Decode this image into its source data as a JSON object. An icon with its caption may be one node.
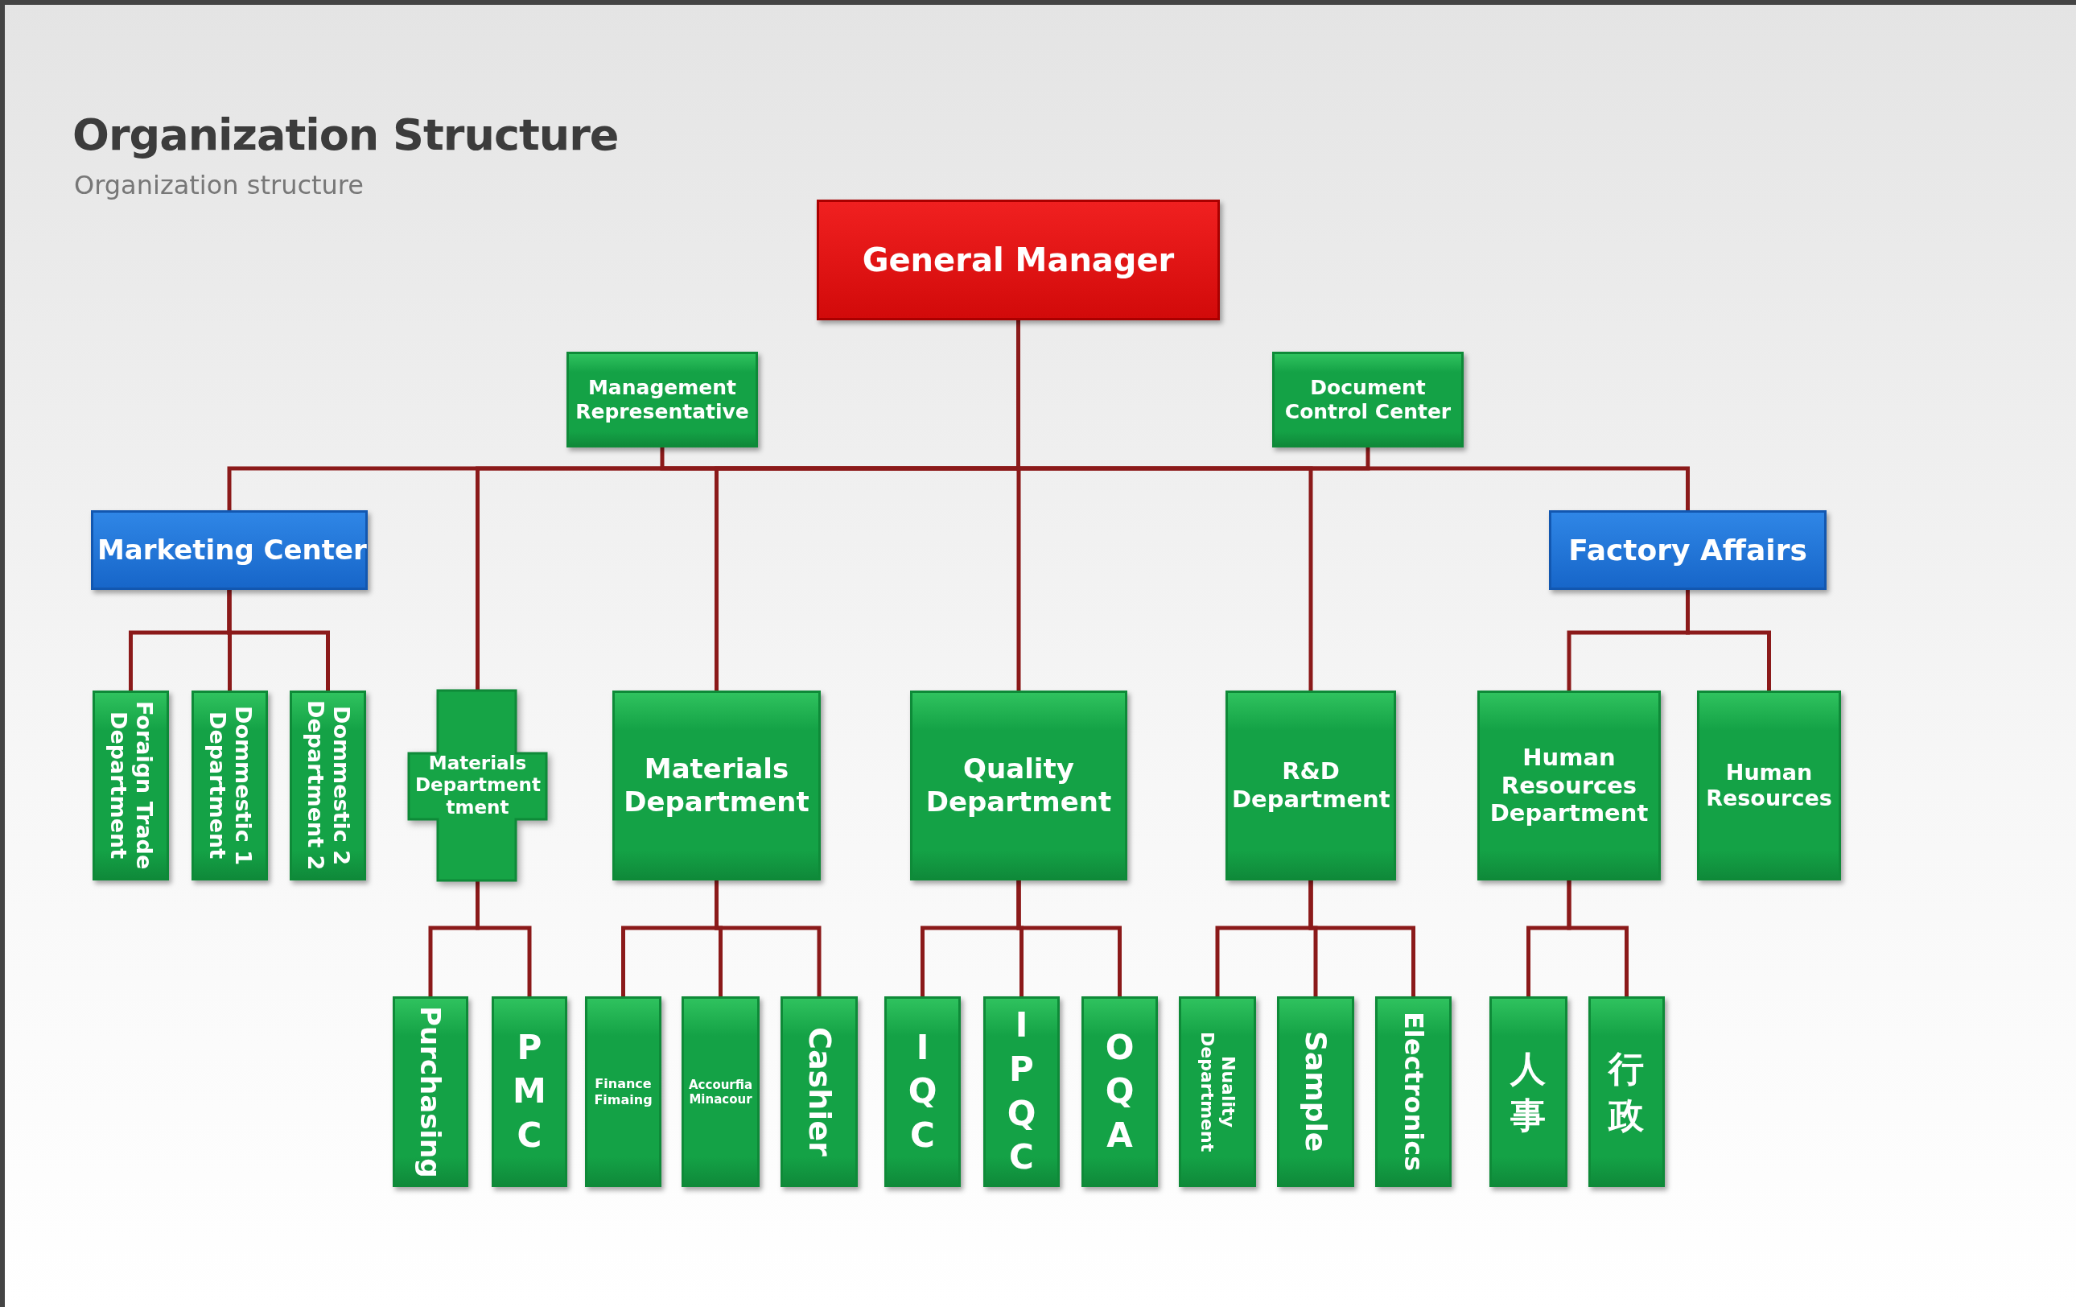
{
  "diagram": {
    "title": "Organization Structure",
    "labels": [
      "Organization structure"
    ],
    "nodes": [
      {
        "text": [
          "General Manager"
        ]
      },
      {
        "text": [
          "Management Representative"
        ]
      },
      {
        "text": [
          "Document Control Center"
        ]
      },
      {
        "text": [
          "Marketing Center"
        ]
      },
      {
        "text": [
          "Factory Affairs"
        ]
      },
      {
        "text": [
          "Foraign Trade Department"
        ]
      },
      {
        "text": [
          "Dommestic 1 Department"
        ]
      },
      {
        "text": [
          "Dommestic 2 Department 2"
        ]
      },
      {
        "text": [
          "Materials Department tment"
        ]
      },
      {
        "text": [
          "Materials Department"
        ]
      },
      {
        "text": [
          "Quality Department"
        ]
      },
      {
        "text": [
          "R&D Department"
        ]
      },
      {
        "text": [
          "Human Resources Department"
        ]
      },
      {
        "text": [
          "Human Resources"
        ]
      },
      {
        "text": [
          "Purchasing"
        ]
      },
      {
        "text": [
          "PMC"
        ]
      },
      {
        "text": [
          "Finance Fimaing"
        ]
      },
      {
        "text": [
          "Accourfia Minacour"
        ]
      },
      {
        "text": [
          "Cashier"
        ]
      },
      {
        "text": [
          "IQC"
        ]
      },
      {
        "text": [
          "IPQC"
        ]
      },
      {
        "text": [
          "OQA"
        ]
      },
      {
        "text": [
          "Nuality Department"
        ]
      },
      {
        "text": [
          "Sample"
        ]
      },
      {
        "text": [
          "Electronics"
        ]
      },
      {
        "text": [
          "人事"
        ]
      },
      {
        "text": [
          "行政"
        ]
      }
    ],
    "edges": [
      {
        "from": 0,
        "to": 1,
        "arrow": "none"
      },
      {
        "from": 0,
        "to": 2,
        "arrow": "none"
      },
      {
        "from": 0,
        "to": 3,
        "arrow": "none"
      },
      {
        "from": 0,
        "to": 8,
        "arrow": "none"
      },
      {
        "from": 0,
        "to": 9,
        "arrow": "none"
      },
      {
        "from": 0,
        "to": 10,
        "arrow": "none"
      },
      {
        "from": 0,
        "to": 11,
        "arrow": "none"
      },
      {
        "from": 0,
        "to": 4,
        "arrow": "none"
      },
      {
        "from": 3,
        "to": 5,
        "arrow": "none"
      },
      {
        "from": 3,
        "to": 6,
        "arrow": "none"
      },
      {
        "from": 3,
        "to": 7,
        "arrow": "none"
      },
      {
        "from": 8,
        "to": 14,
        "arrow": "none"
      },
      {
        "from": 8,
        "to": 15,
        "arrow": "none"
      },
      {
        "from": 9,
        "to": 16,
        "arrow": "none"
      },
      {
        "from": 9,
        "to": 17,
        "arrow": "none"
      },
      {
        "from": 9,
        "to": 18,
        "arrow": "none"
      },
      {
        "from": 10,
        "to": 19,
        "arrow": "none"
      },
      {
        "from": 10,
        "to": 20,
        "arrow": "none"
      },
      {
        "from": 10,
        "to": 21,
        "arrow": "none"
      },
      {
        "from": 11,
        "to": 22,
        "arrow": "none"
      },
      {
        "from": 11,
        "to": 23,
        "arrow": "none"
      },
      {
        "from": 11,
        "to": 24,
        "arrow": "none"
      },
      {
        "from": 4,
        "to": 12,
        "arrow": "none"
      },
      {
        "from": 4,
        "to": 13,
        "arrow": "none"
      },
      {
        "from": 12,
        "to": 25,
        "arrow": "none"
      },
      {
        "from": 12,
        "to": 26,
        "arrow": "none"
      }
    ]
  }
}
